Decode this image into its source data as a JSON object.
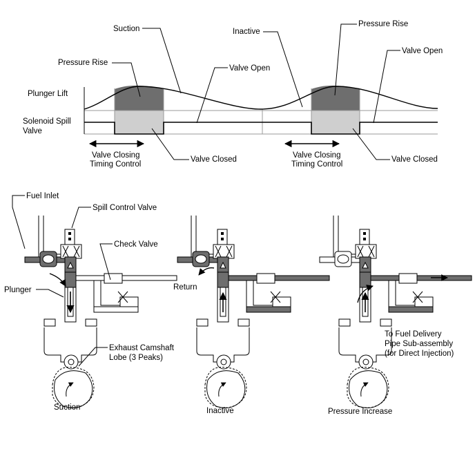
{
  "timing_chart": {
    "row_labels": {
      "plunger_lift": "Plunger Lift",
      "spill_valve_line1": "Solenoid Spill",
      "spill_valve_line2": "Valve"
    },
    "callouts": {
      "suction": "Suction",
      "pressure_rise_left": "Pressure Rise",
      "valve_open_left": "Valve Open",
      "inactive": "Inactive",
      "pressure_rise_right": "Pressure Rise",
      "valve_open_right": "Valve Open",
      "valve_closed_left": "Valve Closed",
      "valve_closed_right": "Valve Closed"
    },
    "timing_control_left": {
      "line1": "Valve Closing",
      "line2": "Timing Control"
    },
    "timing_control_right": {
      "line1": "Valve Closing",
      "line2": "Timing Control"
    }
  },
  "pump_diagrams": {
    "labels": {
      "fuel_inlet": "Fuel Inlet",
      "spill_control_valve": "Spill Control Valve",
      "check_valve": "Check Valve",
      "plunger": "Plunger",
      "return": "Return",
      "camshaft_line1": "Exhaust Camshaft",
      "camshaft_line2": "Lobe (3 Peaks)",
      "delivery_line1": "To Fuel Delivery",
      "delivery_line2": "Pipe Sub-assembly",
      "delivery_line3": "(for Direct Injection)"
    },
    "stages": [
      "Suction",
      "Inactive",
      "Pressure Increase"
    ]
  },
  "colors": {
    "dark_fill": "#6e6e6e",
    "light_fill": "#cfcfcf",
    "line": "#000000",
    "grid": "#9a9a9a"
  }
}
